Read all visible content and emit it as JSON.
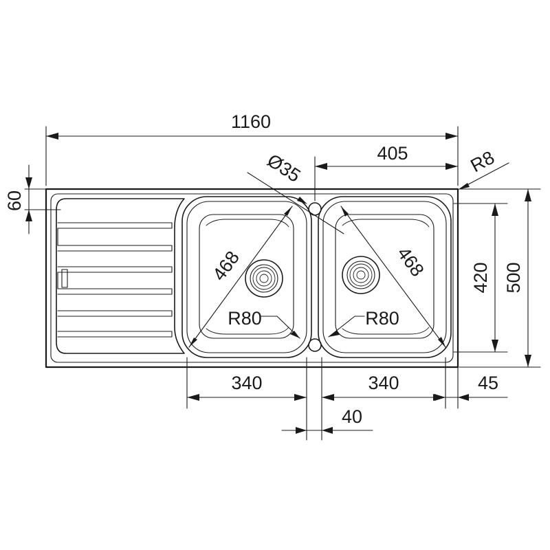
{
  "drawing": {
    "title": "",
    "colors": {
      "line": "#1a1a1a",
      "background": "#ffffff"
    },
    "dimensions": {
      "overall_width": "1160",
      "right_bowl_offset": "405",
      "tap_hole": "Ø35",
      "corner_radius": "R8",
      "top_margin": "60",
      "bowl_depth": "420",
      "overall_depth": "500",
      "diagonal_left": "468",
      "diagonal_right": "468",
      "bowl_radius_left": "R80",
      "bowl_radius_right": "R80",
      "bowl_width_left": "340",
      "bowl_width_right": "340",
      "bowl_gap": "40",
      "right_margin": "45"
    }
  }
}
